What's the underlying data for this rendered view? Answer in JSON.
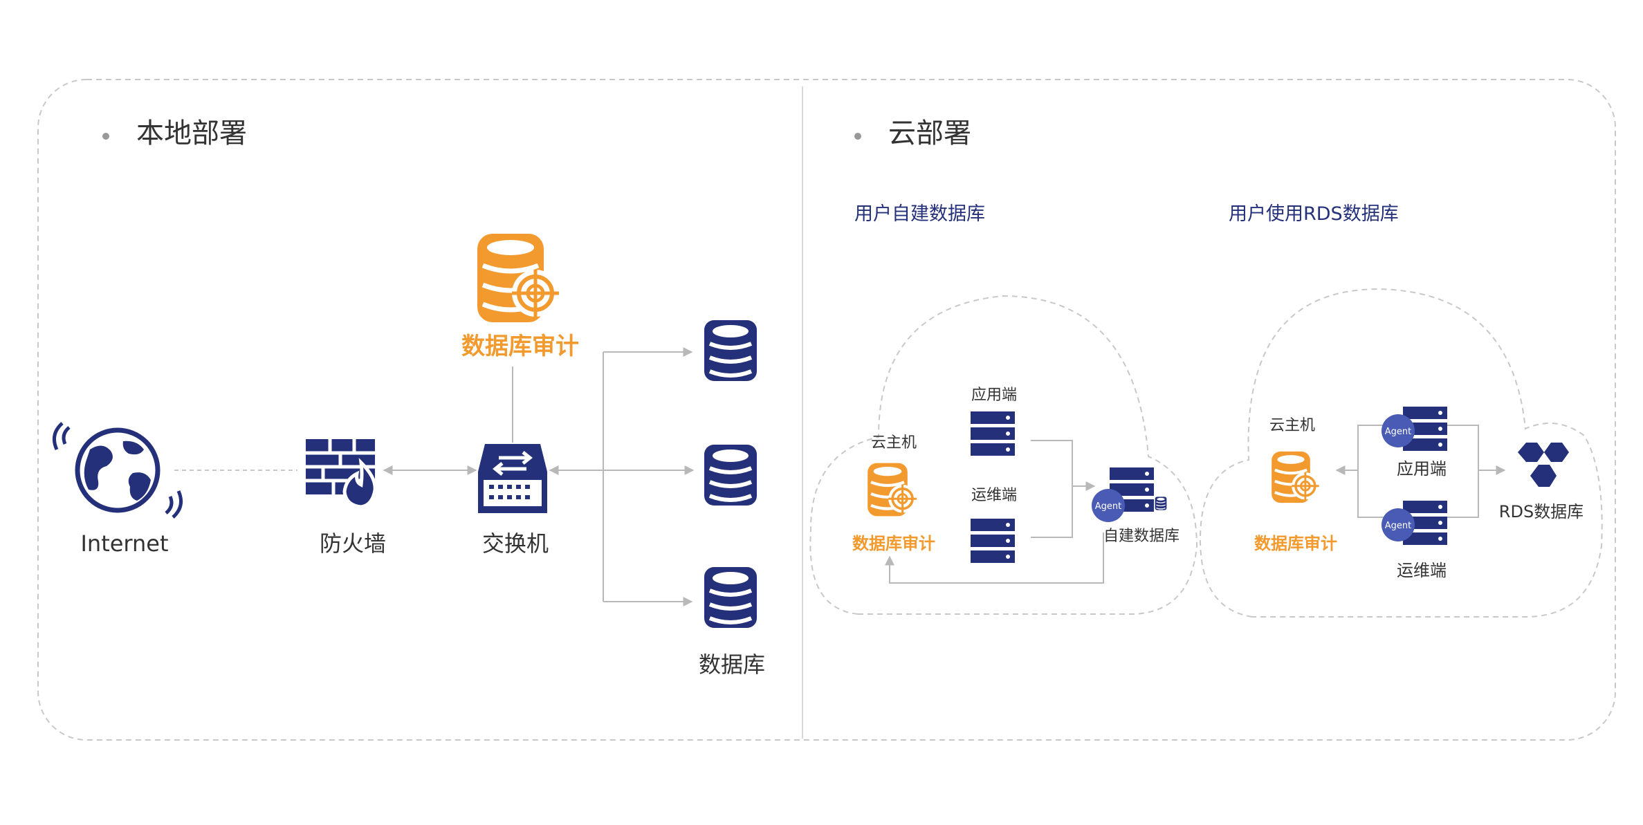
{
  "colors": {
    "navy": "#25307a",
    "orange": "#f29a2e",
    "agent": "#4a5bb5",
    "line": "#b8b8b8",
    "dash": "#c8c8c8",
    "text": "#333333"
  },
  "local": {
    "title": "本地部署",
    "internet_label": "Internet",
    "firewall_label": "防火墙",
    "switch_label": "交换机",
    "audit_label": "数据库审计",
    "database_label": "数据库"
  },
  "cloud": {
    "title": "云部署",
    "self_built": {
      "heading": "用户自建数据库",
      "cloud_host_label": "云主机",
      "audit_label": "数据库审计",
      "app_label": "应用端",
      "ops_label": "运维端",
      "db_label": "自建数据库",
      "agent_label": "Agent"
    },
    "rds": {
      "heading": "用户使用RDS数据库",
      "cloud_host_label": "云主机",
      "audit_label": "数据库审计",
      "app_label": "应用端",
      "ops_label": "运维端",
      "rds_label": "RDS数据库",
      "agent_label_app": "Agent",
      "agent_label_ops": "Agent"
    }
  }
}
